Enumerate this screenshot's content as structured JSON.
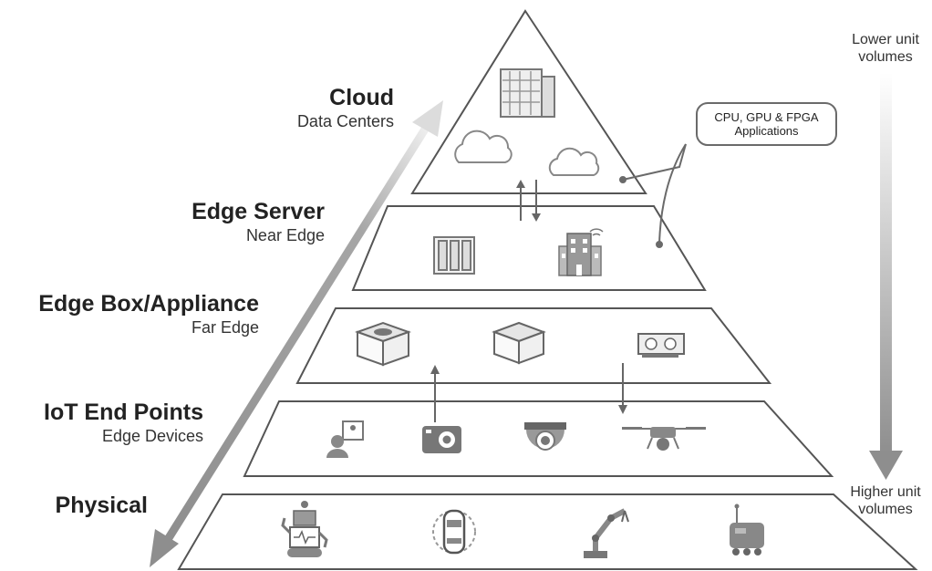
{
  "levels": [
    {
      "id": "cloud",
      "title": "Cloud",
      "subtitle": "Data Centers",
      "icons": [
        "data-center-building-icon",
        "cloud-icon",
        "cloud-icon"
      ]
    },
    {
      "id": "edge-server",
      "title": "Edge Server",
      "subtitle": "Near Edge",
      "icons": [
        "server-rack-icon",
        "office-building-icon"
      ]
    },
    {
      "id": "edge-box",
      "title": "Edge Box/Appliance",
      "subtitle": "Far Edge",
      "icons": [
        "appliance-box-icon",
        "cube-box-icon",
        "gpu-card-icon"
      ]
    },
    {
      "id": "iot",
      "title": "IoT End Points",
      "subtitle": "Edge Devices",
      "icons": [
        "kiosk-person-icon",
        "action-camera-icon",
        "dome-camera-icon",
        "drone-icon"
      ]
    },
    {
      "id": "physical",
      "title": "Physical",
      "subtitle": "",
      "icons": [
        "robot-icon",
        "autonomous-car-icon",
        "robot-arm-icon",
        "delivery-robot-icon"
      ]
    }
  ],
  "callout": {
    "line1": "CPU, GPU & FPGA",
    "line2": "Applications"
  },
  "volume_scale": {
    "top_line1": "Lower unit",
    "top_line2": "volumes",
    "bottom_line1": "Higher unit",
    "bottom_line2": "volumes"
  },
  "colors": {
    "tier_border": "#555555",
    "arrow_gray": "#9b9b9b",
    "icon_gray": "#888888"
  }
}
